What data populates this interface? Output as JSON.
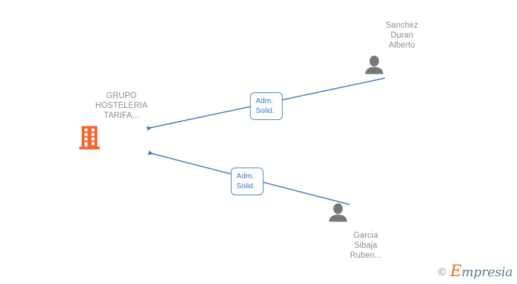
{
  "graph": {
    "background_color": "#ffffff",
    "edge_color": "#3c78c8",
    "company_color": "#f9642e",
    "person_color": "#777777",
    "label_text_color": "#8c8c8c",
    "nodes": [
      {
        "id": "company",
        "type": "company",
        "icon": "building-icon",
        "label": "GRUPO\nHOSTELERIA\nTARIFA...",
        "label_position": "above",
        "color": "#f9642e"
      },
      {
        "id": "person-1",
        "type": "person",
        "icon": "person-icon",
        "label": "Sanchez\nDuran\nAlberto",
        "label_position": "above",
        "color": "#777777"
      },
      {
        "id": "person-2",
        "type": "person",
        "icon": "person-icon",
        "label": "Garcia\nSibaja\nRuben...",
        "label_position": "below",
        "color": "#777777"
      }
    ],
    "edges": [
      {
        "id": "edge-1",
        "from": "person-1",
        "to": "company",
        "label": "Adm.\nSolid.",
        "arrow": "to-company",
        "color": "#3c78c8"
      },
      {
        "id": "edge-2",
        "from": "person-2",
        "to": "company",
        "label": "Adm.\nSolid.",
        "arrow": "to-company",
        "color": "#3c78c8"
      }
    ]
  },
  "watermark": {
    "copyright_glyph": "©",
    "brand_initial": "E",
    "brand_rest": "mpresia",
    "initial_color": "#ef6c28",
    "rest_color": "#5c7a8a"
  }
}
